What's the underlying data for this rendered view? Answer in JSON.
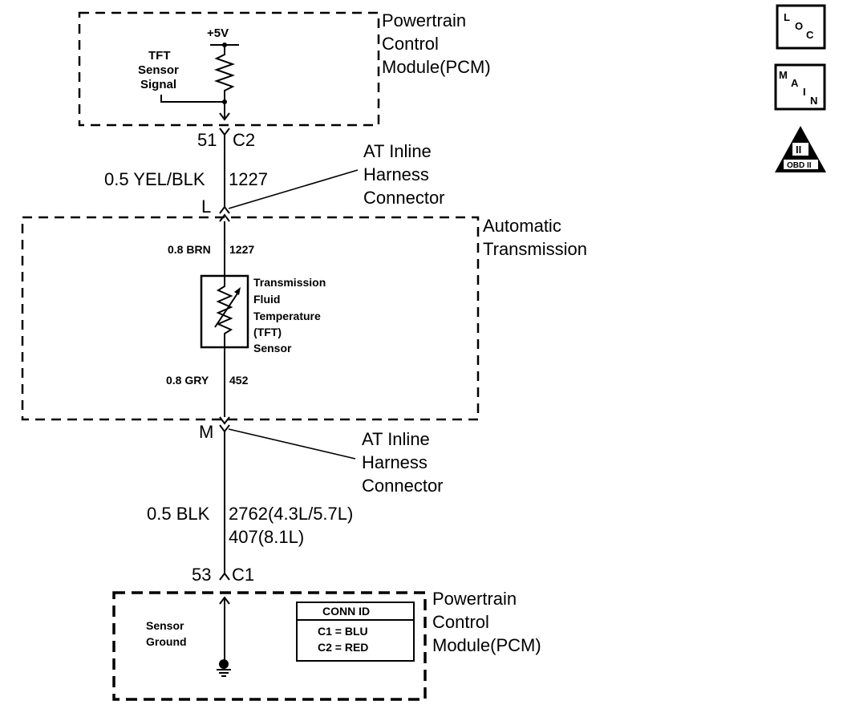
{
  "pcm_top": {
    "name_line1": "Powertrain",
    "name_line2": "Control",
    "name_line3": "Module(PCM)",
    "supply": "+5V",
    "signal_line1": "TFT",
    "signal_line2": "Sensor",
    "signal_line3": "Signal"
  },
  "connector_c2": {
    "pin": "51",
    "id": "C2"
  },
  "wire_top": {
    "gauge_color": "0.5 YEL/BLK",
    "circuit": "1227"
  },
  "inline_upper": {
    "pin": "L",
    "line1": "AT Inline",
    "line2": "Harness",
    "line3": "Connector"
  },
  "transmission": {
    "line1": "Automatic",
    "line2": "Transmission",
    "wire_upper_color": "0.8 BRN",
    "wire_upper_circuit": "1227",
    "wire_lower_color": "0.8 GRY",
    "wire_lower_circuit": "452",
    "sensor_line1": "Transmission",
    "sensor_line2": "Fluid",
    "sensor_line3": "Temperature",
    "sensor_line4": "(TFT)",
    "sensor_line5": "Sensor"
  },
  "inline_lower": {
    "pin": "M",
    "line1": "AT Inline",
    "line2": "Harness",
    "line3": "Connector"
  },
  "wire_bottom": {
    "gauge_color": "0.5 BLK",
    "circuit_line1": "2762(4.3L/5.7L)",
    "circuit_line2": "407(8.1L)"
  },
  "connector_c1": {
    "pin": "53",
    "id": "C1"
  },
  "pcm_bottom": {
    "name_line1": "Powertrain",
    "name_line2": "Control",
    "name_line3": "Module(PCM)",
    "ground_line1": "Sensor",
    "ground_line2": "Ground",
    "conn_header": "CONN ID",
    "conn_row1": "C1 = BLU",
    "conn_row2": "C2 = RED"
  },
  "icons": {
    "loc_l": "L",
    "loc_o": "O",
    "loc_c": "C",
    "main_m": "M",
    "main_a": "A",
    "main_i": "I",
    "main_n": "N",
    "obd_roman": "II",
    "obd_label": "OBD II"
  }
}
